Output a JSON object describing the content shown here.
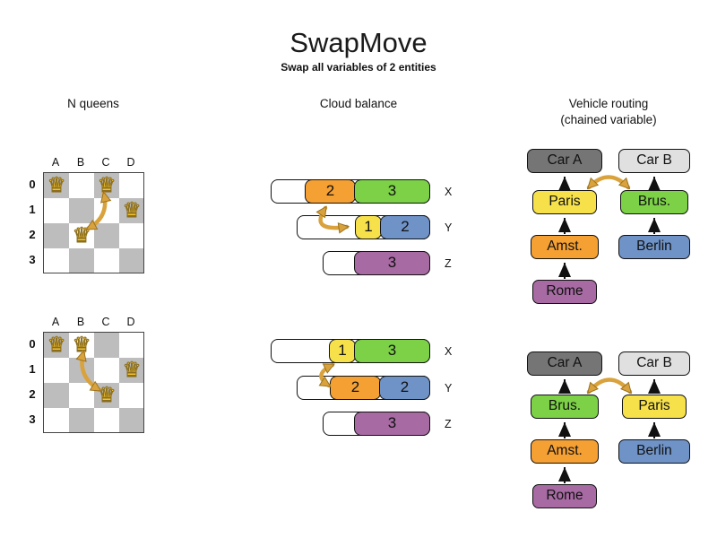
{
  "title": "SwapMove",
  "subtitle": "Swap all variables of 2 entities",
  "headers": {
    "nqueens": "N queens",
    "cloud": "Cloud balance",
    "vehicle_line1": "Vehicle routing",
    "vehicle_line2": "(chained variable)"
  },
  "icons": {
    "queen": "♛"
  },
  "colors": {
    "orange": "#F5A033",
    "green": "#7CD147",
    "yellow": "#F6E14B",
    "blue": "#6F93C7",
    "purple": "#A76AA3",
    "car_a_gray": "#757575",
    "car_b_gray": "#E0E0E0",
    "board_gray": "#BDBDBD",
    "swap_arrow": "#D9A23C",
    "queen_gold": "#F2C233"
  },
  "nqueens": {
    "cols": [
      "A",
      "B",
      "C",
      "D"
    ],
    "rows": [
      "0",
      "1",
      "2",
      "3"
    ],
    "before_queens": [
      "A0",
      "C0",
      "D1",
      "B2"
    ],
    "after_queens": [
      "A0",
      "B0",
      "D1",
      "C2"
    ]
  },
  "cloud": {
    "before": {
      "x": {
        "label": "X",
        "segments": [
          {
            "value": "2",
            "color": "orange"
          },
          {
            "value": "3",
            "color": "green"
          }
        ]
      },
      "y": {
        "label": "Y",
        "segments": [
          {
            "value": "1",
            "color": "yellow"
          },
          {
            "value": "2",
            "color": "blue"
          }
        ]
      },
      "z": {
        "label": "Z",
        "segments": [
          {
            "value": "3",
            "color": "purple"
          }
        ]
      }
    },
    "after": {
      "x": {
        "label": "X",
        "segments": [
          {
            "value": "1",
            "color": "yellow"
          },
          {
            "value": "3",
            "color": "green"
          }
        ]
      },
      "y": {
        "label": "Y",
        "segments": [
          {
            "value": "2",
            "color": "orange"
          },
          {
            "value": "2",
            "color": "blue"
          }
        ]
      },
      "z": {
        "label": "Z",
        "segments": [
          {
            "value": "3",
            "color": "purple"
          }
        ]
      }
    }
  },
  "vehicle": {
    "before": {
      "car_a": "Car A",
      "car_b": "Car B",
      "a1": "Paris",
      "a2": "Amst.",
      "a3": "Rome",
      "b1": "Brus.",
      "b2": "Berlin"
    },
    "after": {
      "car_a": "Car A",
      "car_b": "Car B",
      "a1": "Brus.",
      "a2": "Amst.",
      "a3": "Rome",
      "b1": "Paris",
      "b2": "Berlin"
    }
  }
}
